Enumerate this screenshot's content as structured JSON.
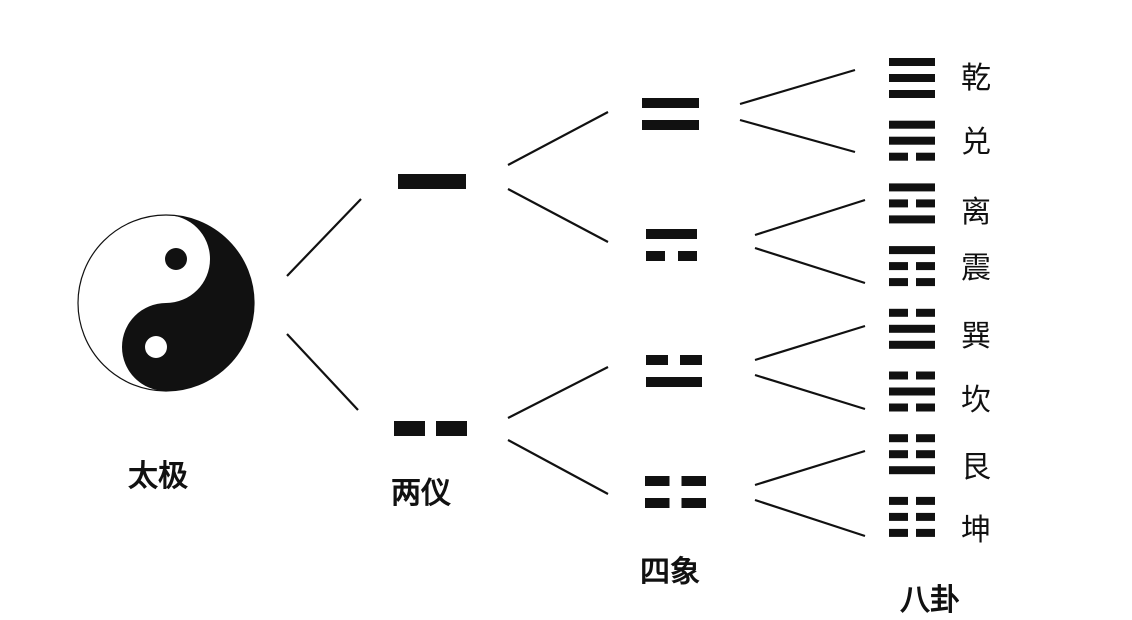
{
  "stages": {
    "taiji": "太极",
    "liangyi": "两仪",
    "sixiang": "四象",
    "bagua": "八卦"
  },
  "symbols": {
    "taiji": "yin-yang-icon",
    "yang_line": "solid-line-icon",
    "yin_line": "broken-line-icon"
  },
  "liangyi": [
    {
      "lines": [
        1
      ]
    },
    {
      "lines": [
        0
      ]
    }
  ],
  "sixiang": [
    {
      "lines": [
        1,
        1
      ]
    },
    {
      "lines": [
        0,
        1
      ]
    },
    {
      "lines": [
        1,
        0
      ]
    },
    {
      "lines": [
        0,
        0
      ]
    }
  ],
  "bagua": [
    {
      "name": "乾",
      "lines": [
        1,
        1,
        1
      ]
    },
    {
      "name": "兑",
      "lines": [
        0,
        1,
        1
      ]
    },
    {
      "name": "离",
      "lines": [
        1,
        0,
        1
      ]
    },
    {
      "name": "震",
      "lines": [
        0,
        0,
        1
      ]
    },
    {
      "name": "巽",
      "lines": [
        1,
        1,
        0
      ]
    },
    {
      "name": "坎",
      "lines": [
        0,
        1,
        0
      ]
    },
    {
      "name": "艮",
      "lines": [
        1,
        0,
        0
      ]
    },
    {
      "name": "坤",
      "lines": [
        0,
        0,
        0
      ]
    }
  ],
  "colors": {
    "ink": "#111111",
    "background": "#ffffff"
  }
}
